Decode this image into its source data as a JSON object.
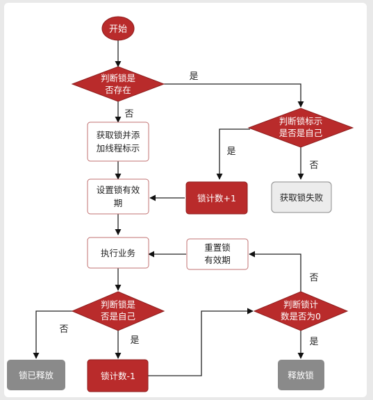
{
  "flowchart": {
    "start": "开始",
    "decision_lock_exists": [
      "判断锁是",
      "否存在"
    ],
    "acquire_lock": [
      "获取锁并添",
      "加线程标示"
    ],
    "set_expiry": [
      "设置锁有效",
      "期"
    ],
    "execute_business": "执行业务",
    "decision_release_mine": [
      "判断锁是",
      "否是自己"
    ],
    "lock_released": "锁已释放",
    "counter_decrement": "锁计数-1",
    "decision_counter_zero": [
      "判断锁计",
      "数是否为0"
    ],
    "reset_expiry": [
      "重置锁",
      "有效期"
    ],
    "release_lock": "释放锁",
    "decision_owner": [
      "判断锁标示",
      "是否是自己"
    ],
    "counter_increment": "锁计数+1",
    "acquire_failed": "获取锁失败",
    "label_yes": "是",
    "label_no": "否"
  },
  "colors": {
    "red": "#b92b2b",
    "red_border": "#8e1d1d",
    "gray": "#8a8a8a",
    "outline_border": "#c07070",
    "text_dark": "#222222",
    "white": "#ffffff"
  }
}
